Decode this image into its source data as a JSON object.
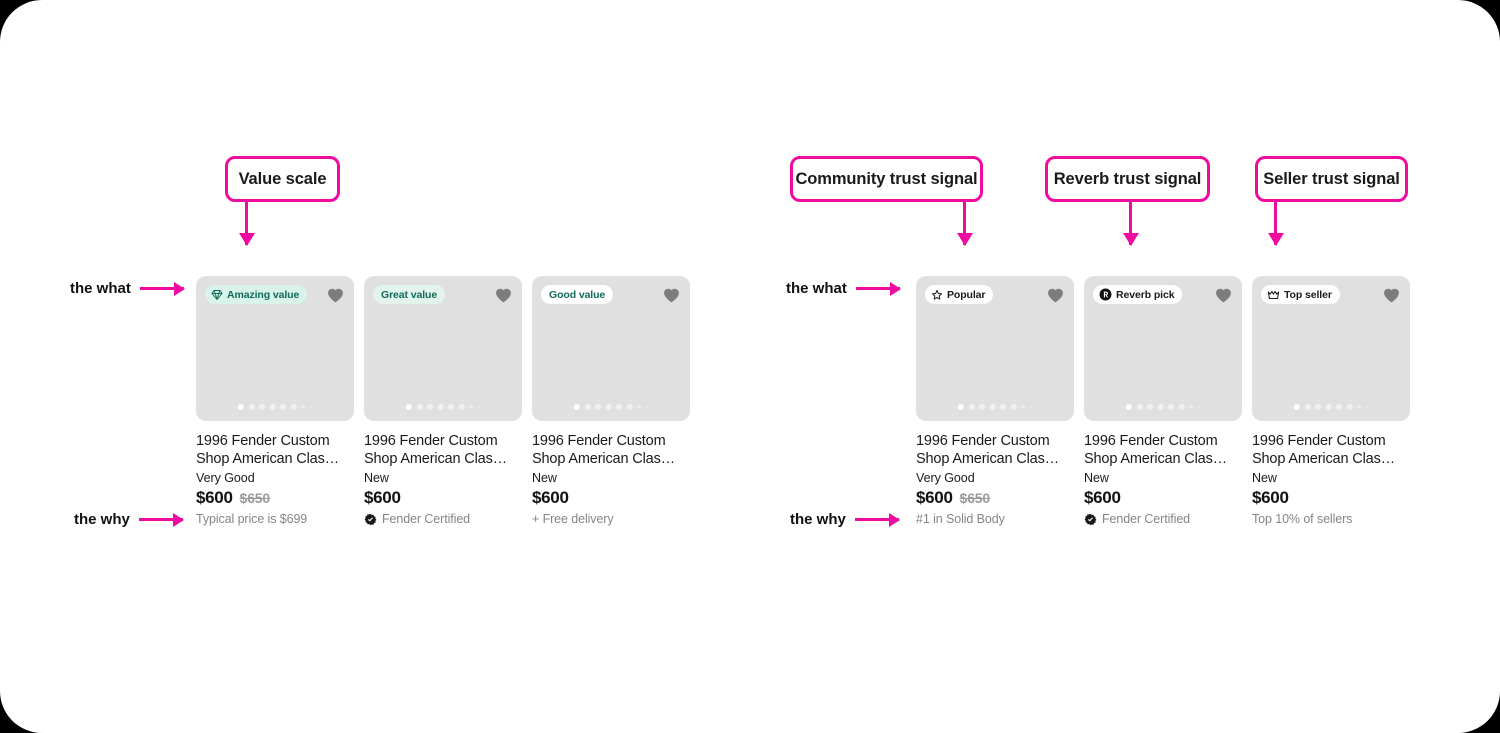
{
  "colors": {
    "accent_pink": "#ef0ba0",
    "value_badge_text": "#11695a",
    "value_badge_bg_amazing": "#d9f2ea",
    "value_badge_bg_great": "#e3f4ee",
    "value_badge_bg_good": "#ffffff",
    "image_placeholder": "#e0e0e0",
    "heart": "#7d7d7d",
    "subtext": "#858585",
    "strikethrough": "#9a9a9a"
  },
  "callouts": [
    {
      "id": "value-scale",
      "label": "Value scale"
    },
    {
      "id": "community-trust-signal",
      "label": "Community trust signal"
    },
    {
      "id": "reverb-trust-signal",
      "label": "Reverb trust signal"
    },
    {
      "id": "seller-trust-signal",
      "label": "Seller trust signal"
    }
  ],
  "row_labels": {
    "left": [
      {
        "id": "the-what-left",
        "label": "the what"
      },
      {
        "id": "the-why-left",
        "label": "the why"
      }
    ],
    "right": [
      {
        "id": "the-what-right",
        "label": "the what"
      },
      {
        "id": "the-why-right",
        "label": "the why"
      }
    ]
  },
  "groups": [
    {
      "id": "value-scale-group",
      "cards": [
        {
          "id": "amazing-value",
          "badge": {
            "label": "Amazing value",
            "icon": "gem-icon",
            "style": "value-amazing"
          },
          "favorite_icon": "heart-icon",
          "title": "1996 Fender Custom Shop American Clas…",
          "condition": "Very Good",
          "price": "$600",
          "compare_price": "$650",
          "subtext": "Typical price is $699",
          "subtext_icon": ""
        },
        {
          "id": "great-value",
          "badge": {
            "label": "Great value",
            "icon": "",
            "style": "value-great"
          },
          "favorite_icon": "heart-icon",
          "title": "1996 Fender Custom Shop American Clas…",
          "condition": "New",
          "price": "$600",
          "compare_price": "",
          "subtext": "Fender Certified",
          "subtext_icon": "verified-check-icon"
        },
        {
          "id": "good-value",
          "badge": {
            "label": "Good value",
            "icon": "",
            "style": "value-good"
          },
          "favorite_icon": "heart-icon",
          "title": "1996 Fender Custom Shop American Clas…",
          "condition": "New",
          "price": "$600",
          "compare_price": "",
          "subtext": "+ Free delivery",
          "subtext_icon": ""
        }
      ]
    },
    {
      "id": "trust-signal-group",
      "cards": [
        {
          "id": "popular",
          "badge": {
            "label": "Popular",
            "icon": "star-outline-icon",
            "style": "trust"
          },
          "favorite_icon": "heart-icon",
          "title": "1996 Fender Custom Shop American Clas…",
          "condition": "Very Good",
          "price": "$600",
          "compare_price": "$650",
          "subtext": "#1 in Solid Body",
          "subtext_icon": ""
        },
        {
          "id": "reverb-pick",
          "badge": {
            "label": "Reverb pick",
            "icon": "reverb-logo-icon",
            "style": "trust"
          },
          "favorite_icon": "heart-icon",
          "title": "1996 Fender Custom Shop American Clas…",
          "condition": "New",
          "price": "$600",
          "compare_price": "",
          "subtext": "Fender Certified",
          "subtext_icon": "verified-check-icon"
        },
        {
          "id": "top-seller",
          "badge": {
            "label": "Top seller",
            "icon": "crown-icon",
            "style": "trust"
          },
          "favorite_icon": "heart-icon",
          "title": "1996 Fender Custom Shop American Clas…",
          "condition": "New",
          "price": "$600",
          "compare_price": "",
          "subtext": "Top 10% of sellers",
          "subtext_icon": ""
        }
      ]
    }
  ]
}
